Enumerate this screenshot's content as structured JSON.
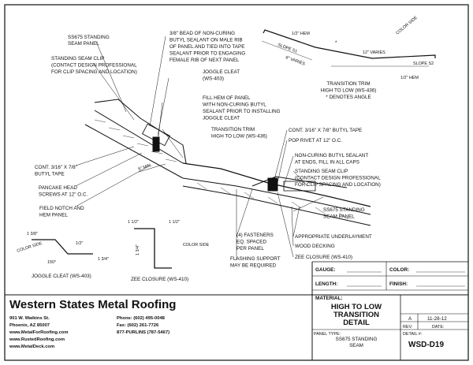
{
  "labels": {
    "ss675_top": [
      "SS675 STANDING",
      "SEAM PANEL"
    ],
    "clip_top": [
      "STANDING SEAM CLIP",
      "(CONTACT DESIGN PROFESSIONAL",
      "FOR CLIP SPACING AND LOCATION)"
    ],
    "bead": [
      "3/8\" BEAD OF NON-CURING",
      "BUTYL SEALANT ON MALE RIB",
      "OF PANEL AND TIED INTO TAPE",
      "SEALANT PRIOR TO ENGAGING",
      "FEMALE RIB OF NEXT PANEL"
    ],
    "joggle_cleat": [
      "JOGGLE CLEAT",
      "(WS-403)"
    ],
    "fill_hem": [
      "FILL HEM OF PANEL",
      "WITH NON-CURING BUTYL",
      "SEALANT PRIOR TO INSTALLING",
      "JOGGLE CLEAT"
    ],
    "transition_trim": [
      "TRANSITION TRIM",
      "HIGH TO LOW (WS-436)"
    ],
    "butyl_left": [
      "CONT. 3/16\" X 7/8\"",
      "BUTYL TAPE"
    ],
    "pancake": [
      "PANCAKE HEAD",
      "SCREWS AT 12\" O.C."
    ],
    "field_notch": [
      "FIELD NOTCH AND",
      "HEM PANEL"
    ],
    "butyl_right": "CONT. 3/16\" X 7/8\" BUTYL TAPE",
    "pop_rivet": "POP RIVET AT 12\" O.C.",
    "noncuring": [
      "NON-CURING BUTYL SEALANT",
      "AT ENDS, FILL IN ALL CAPS"
    ],
    "clip_right": [
      "STANDING SEAM CLIP",
      "(CONTACT DESIGN PROFESSIONAL",
      "FOR CLIP SPACING AND LOCATION)"
    ],
    "ss675_right": [
      "SS675 STANDING",
      "SEAM PANEL"
    ],
    "underlayment": "APPROPRIATE UNDERLAYMENT",
    "wood_decking": "WOOD DECKING",
    "zee_right": "ZEE CLOSURE (WS-410)",
    "fasteners": [
      "(4) FASTENERS",
      "EQ. SPACED",
      "PER PANEL"
    ],
    "flashing": [
      "FLASHING SUPPORT",
      "MAY BE REQUIRED"
    ],
    "six_min": "6\" MIN.",
    "trim_detail": [
      "TRANSITION TRIM",
      "HIGH TO LOW (WS-436)",
      "* DENOTES ANGLE"
    ],
    "hem_top": "1/2\" HEM",
    "hem_bottom": "1/2\" HEM",
    "slope_s1": "SLOPE S1",
    "slope_s2": "SLOPE S2",
    "eight_varies": "8\" VARIES",
    "twelve_varies": "12\" VARIES",
    "color_side_trim": "COLOR SIDE",
    "asterisk": "*",
    "joggle_dims": {
      "d1": "1 3/8\"",
      "d2": "1/2\"",
      "d3": "1 3/4\"",
      "angle": "150°",
      "color": "COLOR SIDE",
      "caption": "JOGGLE CLEAT (WS-403)"
    },
    "zee_dims": {
      "d1": "1 1/2\"",
      "d2": "1 1/2\"",
      "d3": "1 3/4\"",
      "color": "COLOR SIDE",
      "caption": "ZEE CLOSURE (WS-410)"
    }
  },
  "title_block": {
    "company": "Western States Metal Roofing",
    "address_lines": [
      "901 W. Watkins St.",
      "Phoenix, AZ 85007",
      "www.MetalForRoofing.com",
      "www.RustedRoofing.com",
      "www.MetalDeck.com"
    ],
    "phone_lines": [
      "Phone: (602) 495-0048",
      "Fax: (602) 261-7726",
      "877-PURLINS (787-5467)"
    ],
    "gauge_label": "GAUGE:",
    "color_label": "COLOR:",
    "length_label": "LENGTH:",
    "finish_label": "FINISH:",
    "material_label": "MATERIAL:",
    "title_lines": [
      "HIGH TO LOW",
      "TRANSITION",
      "DETAIL"
    ],
    "panel_type_label": "PANEL TYPE:",
    "panel_type": [
      "SS675 STANDING",
      "SEAM"
    ],
    "rev_code": "A",
    "rev_date": "11-28-12",
    "rev_label": "REV:",
    "date_label": "DATE:",
    "detail_label": "DETAIL #:",
    "detail_number": "WSD-D19"
  }
}
